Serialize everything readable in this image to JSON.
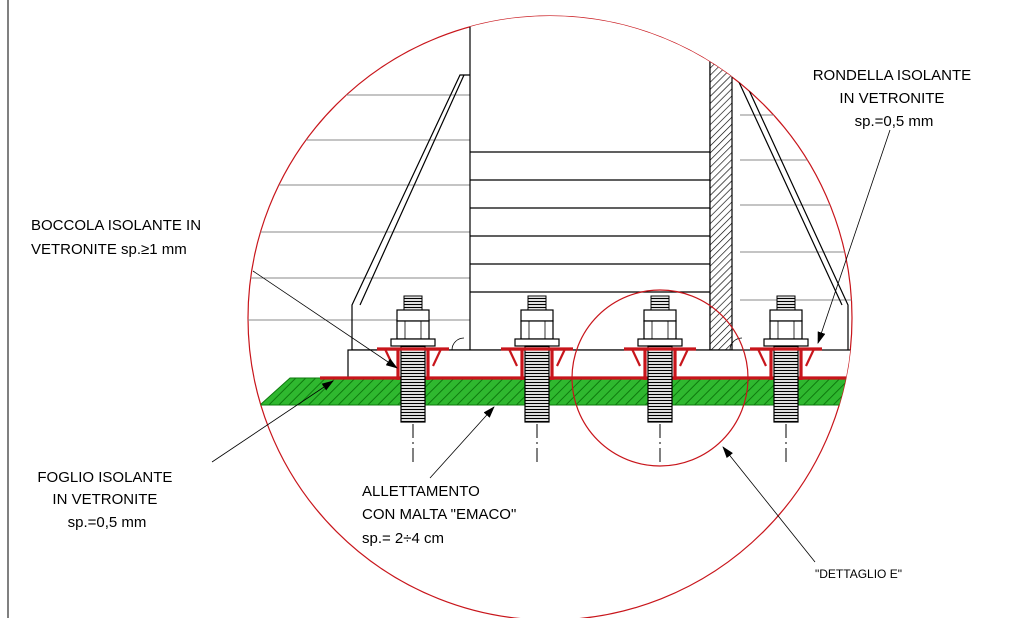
{
  "colors": {
    "insulation": "#c8151b",
    "mortar_fill": "#2fb82f",
    "mortar_hatch": "#0e7a0e",
    "detail_circle": "#c8151b",
    "line": "#000000"
  },
  "labels": {
    "rondella": [
      "RONDELLA ISOLANTE",
      "IN VETRONITE",
      "sp.=0,5  mm"
    ],
    "boccola": [
      "BOCCOLA ISOLANTE IN",
      "VETRONITE sp.≥1  mm"
    ],
    "foglio": [
      "FOGLIO ISOLANTE",
      "IN VETRONITE",
      "sp.=0,5  mm"
    ],
    "allettamento": [
      "ALLETTAMENTO",
      "CON MALTA \"EMACO\"",
      "sp.=  2÷4  cm"
    ],
    "dettaglio": "\"DETTAGLIO E\""
  },
  "bolts": {
    "count": 4
  },
  "icons": {
    "leader_arrow": "arrowhead-icon",
    "bolt": "anchor-bolt-icon"
  }
}
